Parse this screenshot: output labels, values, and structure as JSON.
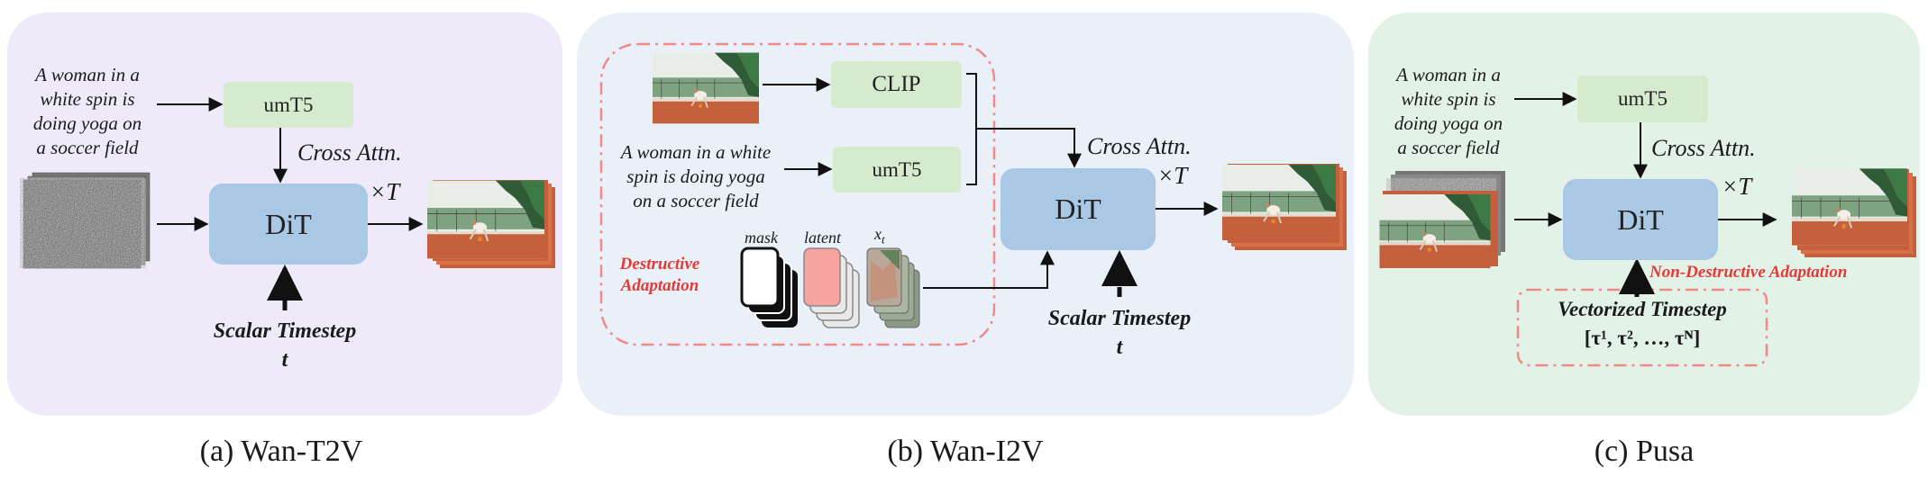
{
  "panels": {
    "a": {
      "caption": "(a) Wan-T2V",
      "prompt": [
        "A woman in a",
        "white spin is",
        "doing yoga on",
        "a soccer field"
      ],
      "encoder": "umT5",
      "cross_attn": "Cross Attn.",
      "dit": "DiT",
      "repeat": "×T",
      "timestep": "Scalar Timestep",
      "timestep_var": "t"
    },
    "b": {
      "caption": "(b) Wan-I2V",
      "image_encoder": "CLIP",
      "prompt": [
        "A woman in a white",
        "spin is doing yoga",
        "on a soccer field"
      ],
      "text_encoder": "umT5",
      "cross_attn": "Cross Attn.",
      "dit": "DiT",
      "repeat": "×T",
      "timestep": "Scalar Timestep",
      "timestep_var": "t",
      "adaptation": [
        "Destructive",
        "Adaptation"
      ],
      "input_labels": {
        "mask": "mask",
        "latent": "latent",
        "xt": "x",
        "xt_sub": "t"
      }
    },
    "c": {
      "caption": "(c) Pusa",
      "prompt": [
        "A woman in a",
        "white spin is",
        "doing yoga on",
        "a soccer field"
      ],
      "encoder": "umT5",
      "cross_attn": "Cross Attn.",
      "dit": "DiT",
      "repeat": "×T",
      "adaptation": "Non-Destructive Adaptation",
      "timestep": "Vectorized Timestep",
      "timestep_vector": "[τ¹, τ², …, τᴺ]"
    }
  },
  "colors": {
    "panel_a_bg": "#efeafa",
    "panel_b_bg": "#eaf0f8",
    "panel_c_bg": "#e3f2e7",
    "encoder_box": "#d6ebcd",
    "dit_box": "#a9c8e6",
    "accent_red": "#e53935"
  }
}
